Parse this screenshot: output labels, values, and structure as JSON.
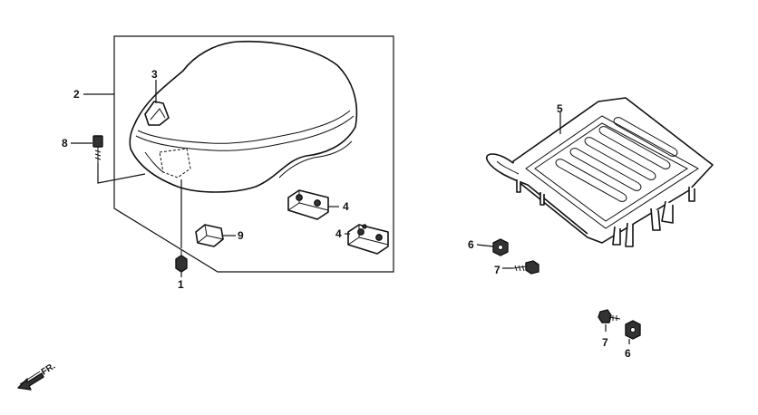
{
  "callouts": {
    "c1": "1",
    "c2": "2",
    "c3": "3",
    "c4a": "4",
    "c4b": "4",
    "c5": "5",
    "c6a": "6",
    "c6b": "6",
    "c7a": "7",
    "c7b": "7",
    "c8": "8",
    "c9": "9"
  },
  "direction": {
    "label": "FR.",
    "icon": "front-direction-arrow-icon"
  },
  "icons": [
    "seat-icon",
    "rack-icon",
    "bolt-icon",
    "nut-icon",
    "rubber-cushion-icon",
    "clip-icon"
  ]
}
